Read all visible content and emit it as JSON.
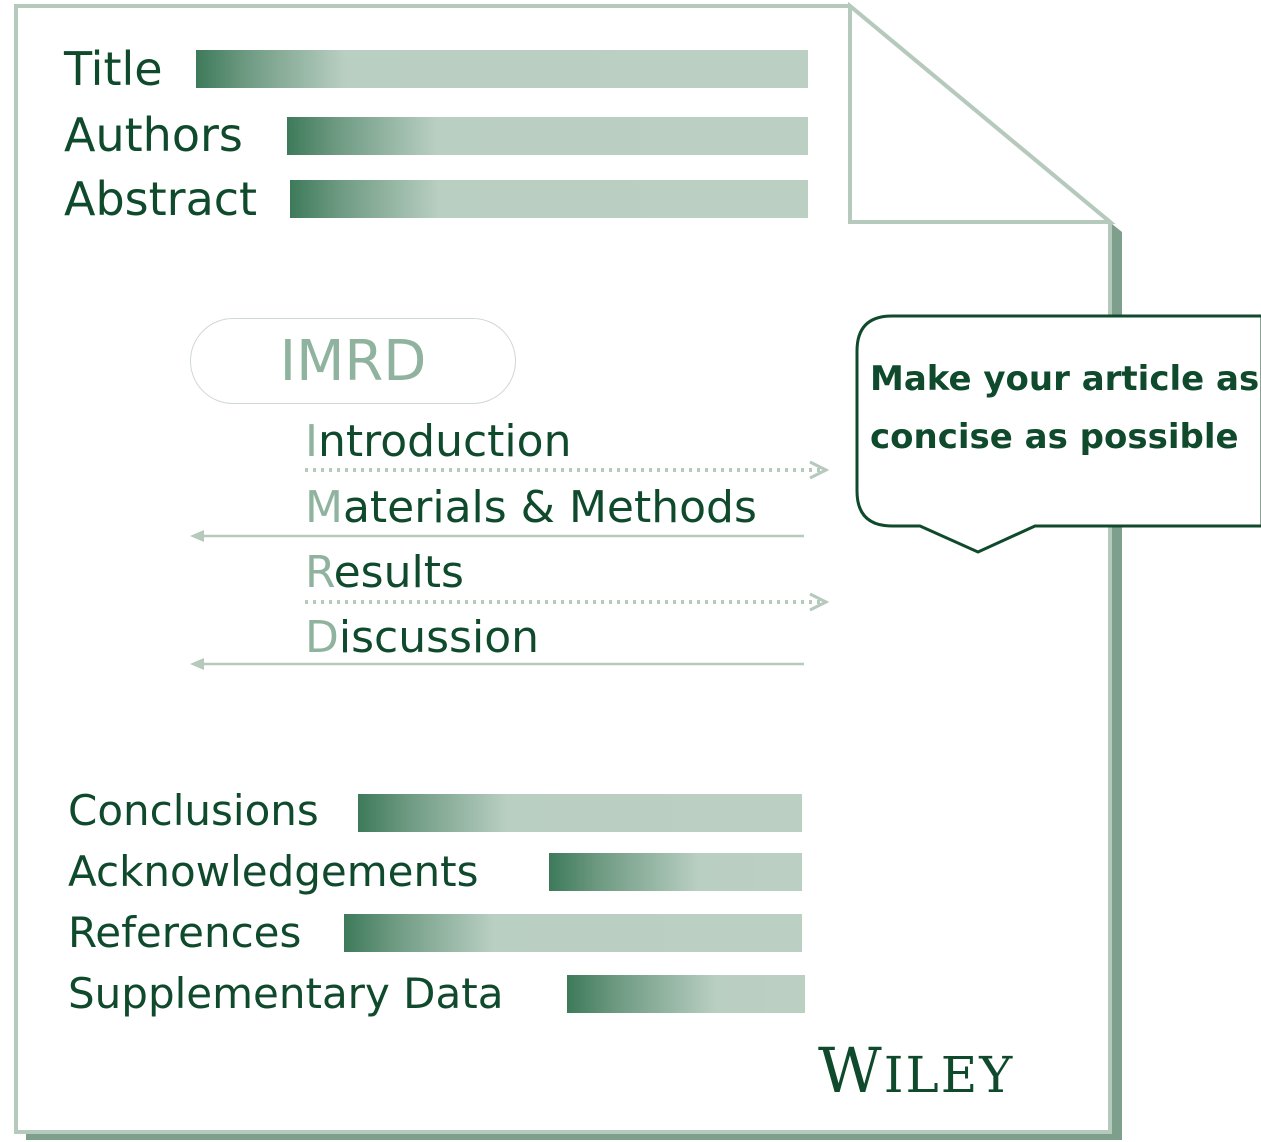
{
  "header_sections": [
    {
      "label": "Title"
    },
    {
      "label": "Authors"
    },
    {
      "label": "Abstract"
    }
  ],
  "imrd": {
    "pill_label": "IMRD",
    "items": [
      {
        "initial": "I",
        "rest": "ntroduction"
      },
      {
        "initial": "M",
        "rest": "aterials & Methods"
      },
      {
        "initial": "R",
        "rest": "esults"
      },
      {
        "initial": "D",
        "rest": "iscussion"
      }
    ]
  },
  "callout": {
    "line1": "Make your article as",
    "line2": "concise as possible"
  },
  "footer_sections": [
    {
      "label": "Conclusions"
    },
    {
      "label": "Acknowledgements"
    },
    {
      "label": "References"
    },
    {
      "label": "Supplementary Data"
    }
  ],
  "brand": {
    "initial": "W",
    "rest": "ILEY"
  },
  "colors": {
    "text_dark_green": "#0f4a2c",
    "accent_light_green": "#8fb39f",
    "page_outline": "#b5c9bd",
    "page_shadow": "#7e9f8c",
    "bar_fill": "#bccfc3"
  }
}
